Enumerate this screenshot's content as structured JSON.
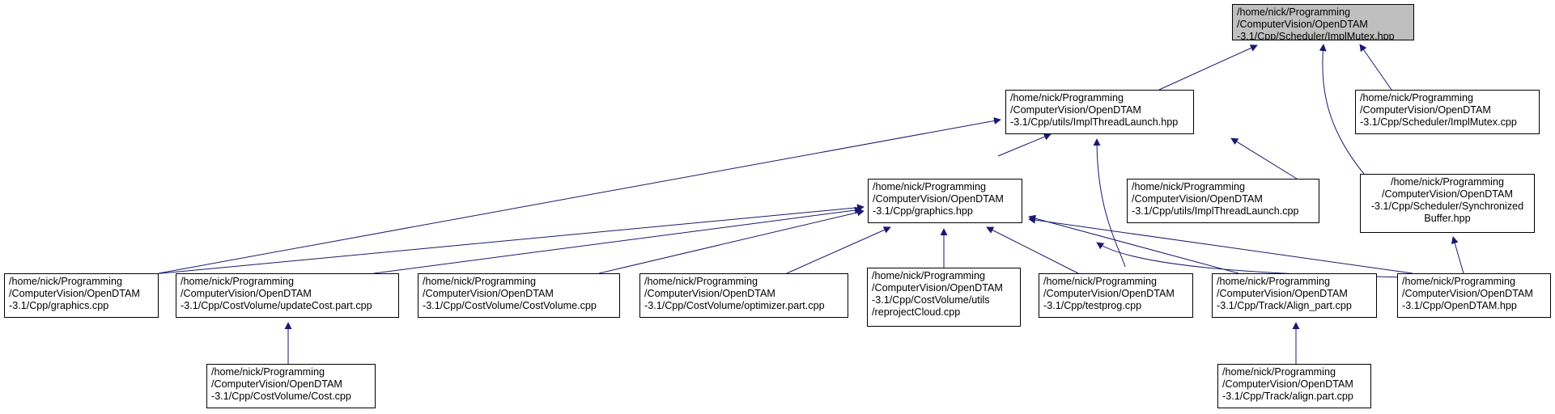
{
  "graph": {
    "colors": {
      "edge": "#191970",
      "highlight": "#bfbfbf"
    },
    "nodes": {
      "impl_mutex_hpp": {
        "lines": [
          "/home/nick/Programming",
          "/ComputerVision/OpenDTAM",
          "-3.1/Cpp/Scheduler/ImplMutex.hpp"
        ]
      },
      "impl_thread_launch_hpp": {
        "lines": [
          "/home/nick/Programming",
          "/ComputerVision/OpenDTAM",
          "-3.1/Cpp/utils/ImplThreadLaunch.hpp"
        ]
      },
      "impl_mutex_cpp": {
        "lines": [
          "/home/nick/Programming",
          "/ComputerVision/OpenDTAM",
          "-3.1/Cpp/Scheduler/ImplMutex.cpp"
        ]
      },
      "synchronized_buffer_hpp": {
        "lines": [
          "/home/nick/Programming",
          "/ComputerVision/OpenDTAM",
          "-3.1/Cpp/Scheduler/Synchronized",
          "Buffer.hpp"
        ]
      },
      "graphics_hpp": {
        "lines": [
          "/home/nick/Programming",
          "/ComputerVision/OpenDTAM",
          "-3.1/Cpp/graphics.hpp"
        ]
      },
      "impl_thread_launch_cpp": {
        "lines": [
          "/home/nick/Programming",
          "/ComputerVision/OpenDTAM",
          "-3.1/Cpp/utils/ImplThreadLaunch.cpp"
        ]
      },
      "graphics_cpp": {
        "lines": [
          "/home/nick/Programming",
          "/ComputerVision/OpenDTAM",
          "-3.1/Cpp/graphics.cpp"
        ]
      },
      "update_cost_part_cpp": {
        "lines": [
          "/home/nick/Programming",
          "/ComputerVision/OpenDTAM",
          "-3.1/Cpp/CostVolume/updateCost.part.cpp"
        ]
      },
      "cost_volume_cpp": {
        "lines": [
          "/home/nick/Programming",
          "/ComputerVision/OpenDTAM",
          "-3.1/Cpp/CostVolume/CostVolume.cpp"
        ]
      },
      "optimizer_part_cpp": {
        "lines": [
          "/home/nick/Programming",
          "/ComputerVision/OpenDTAM",
          "-3.1/Cpp/CostVolume/optimizer.part.cpp"
        ]
      },
      "reproject_cloud_cpp": {
        "lines": [
          "/home/nick/Programming",
          "/ComputerVision/OpenDTAM",
          "-3.1/Cpp/CostVolume/utils",
          "/reprojectCloud.cpp"
        ]
      },
      "testprog_cpp": {
        "lines": [
          "/home/nick/Programming",
          "/ComputerVision/OpenDTAM",
          "-3.1/Cpp/testprog.cpp"
        ]
      },
      "align_part_cpp_upper": {
        "lines": [
          "/home/nick/Programming",
          "/ComputerVision/OpenDTAM",
          "-3.1/Cpp/Track/Align_part.cpp"
        ]
      },
      "open_dtam_hpp": {
        "lines": [
          "/home/nick/Programming",
          "/ComputerVision/OpenDTAM",
          "-3.1/Cpp/OpenDTAM.hpp"
        ]
      },
      "cost_cpp": {
        "lines": [
          "/home/nick/Programming",
          "/ComputerVision/OpenDTAM",
          "-3.1/Cpp/CostVolume/Cost.cpp"
        ]
      },
      "align_part_cpp_lower": {
        "lines": [
          "/home/nick/Programming",
          "/ComputerVision/OpenDTAM",
          "-3.1/Cpp/Track/align.part.cpp"
        ]
      }
    }
  }
}
